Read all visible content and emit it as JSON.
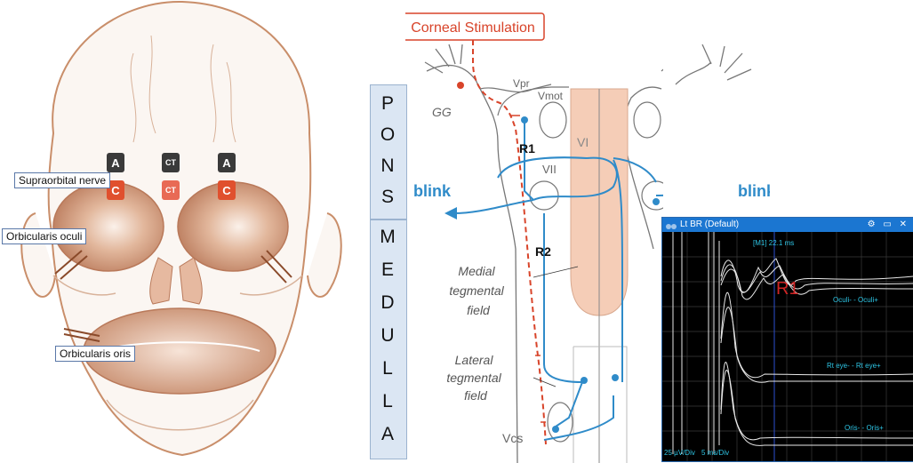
{
  "left_panel": {
    "labels": {
      "supraorbital": "Supraorbital nerve",
      "orbicularis_oculi": "Orbicularis oculi",
      "orbicularis_oris": "Orbicularis oris"
    },
    "electrodes": {
      "top_left": "A",
      "top_mid": "CT",
      "top_right": "A",
      "bot_left": "C",
      "bot_mid": "CT",
      "bot_right": "C"
    }
  },
  "pons_medulla": {
    "pons": [
      "P",
      "O",
      "N",
      "S"
    ],
    "medulla": [
      "M",
      "E",
      "D",
      "U",
      "L",
      "L",
      "A"
    ]
  },
  "brainstem": {
    "stimulus": "Corneal Stimulation",
    "gg": "GG",
    "vpr": "Vpr",
    "vmot": "Vmot",
    "vi": "VI",
    "vii": "VII",
    "vcs": "Vcs",
    "r1": "R1",
    "r2": "R2",
    "blink_left": "blink",
    "blink_right": "blink",
    "medial_field": [
      "Medial",
      "tegmental",
      "field"
    ],
    "lateral_field": [
      "Lateral",
      "tegmental",
      "field"
    ]
  },
  "scope": {
    "title": "Lt BR (Default)",
    "controls": "⚙ ▭ ✕",
    "marker": "[M1] 22.1 ms",
    "r1_label": "R1",
    "ch1": "Oculi- - Oculi+",
    "ch2": "Rt eye- - Rt eye+",
    "ch3": "Oris- - Oris+",
    "scale_v": "25 µV/Div",
    "scale_t": "5 ms/Div"
  },
  "colors": {
    "nerve_blue": "#2f8bc9",
    "stim_red": "#d8442a",
    "skull": "#c98e6a",
    "trace": "#e8e8e8",
    "channel_text": "#2ec6e6"
  }
}
